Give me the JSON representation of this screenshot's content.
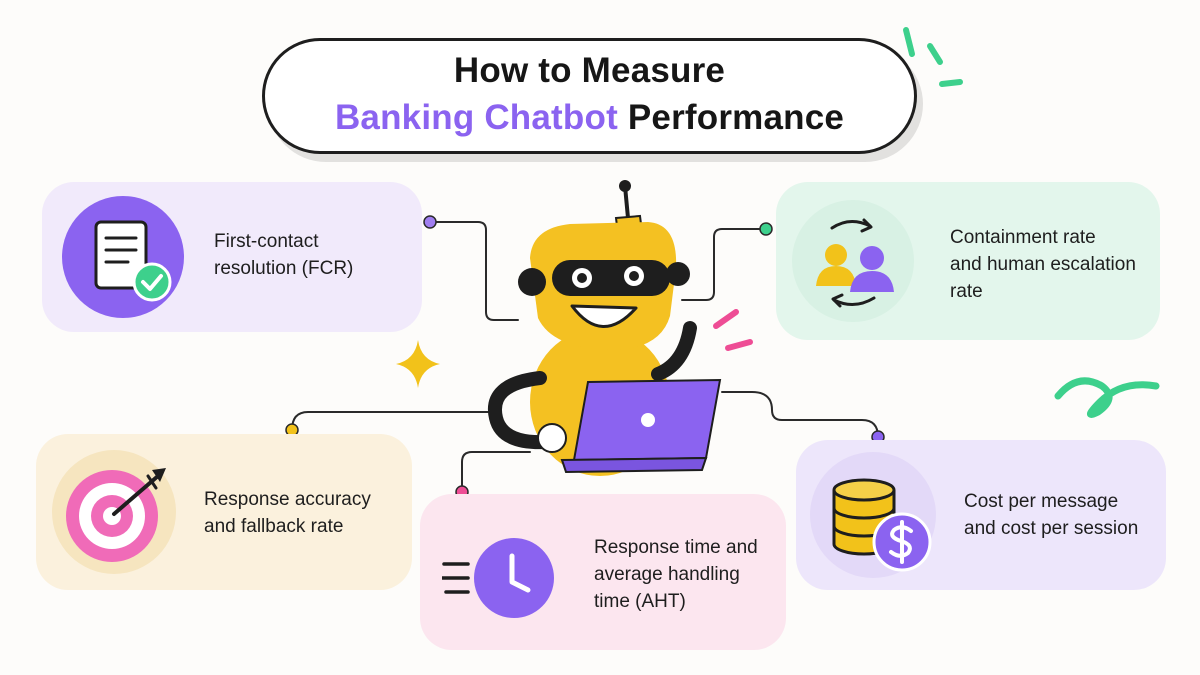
{
  "title": {
    "line1": "How to Measure",
    "line2_accent": "Banking Chatbot",
    "line2_rest": "Performance"
  },
  "metrics": [
    {
      "id": "fcr",
      "lines": [
        "First-contact",
        "resolution (FCR)"
      ],
      "icon": "document-check-icon",
      "card_color": "#f1eafb",
      "icon_color": "#8b63f0",
      "dot_color": "#a07ef0"
    },
    {
      "id": "containment",
      "lines": [
        "Containment rate",
        "and human escalation",
        "rate"
      ],
      "icon": "users-swap-icon",
      "card_color": "#e3f6ec",
      "icon_color": "#d8f1e4",
      "dot_color": "#3dd08c"
    },
    {
      "id": "accuracy",
      "lines": [
        "Response accuracy",
        "and fallback rate"
      ],
      "icon": "target-arrow-icon",
      "card_color": "#fbf1dd",
      "icon_color": "#f6e5bf",
      "dot_color": "#f2c21a"
    },
    {
      "id": "response-time",
      "lines": [
        "Response time and",
        "average handling",
        "time (AHT)"
      ],
      "icon": "clock-icon",
      "card_color": "#fce6ef",
      "icon_color": "#8b63f0",
      "dot_color": "#ee4d95"
    },
    {
      "id": "cost",
      "lines": [
        "Cost per message",
        "and cost per session"
      ],
      "icon": "coins-dollar-icon",
      "card_color": "#ede6fb",
      "icon_color": "#e3d9f8",
      "dot_color": "#8b63f0"
    }
  ],
  "colors": {
    "accent_purple": "#8b63f0",
    "robot_yellow": "#f4c122",
    "accent_green": "#3dd08c",
    "accent_pink": "#ee4d95"
  }
}
